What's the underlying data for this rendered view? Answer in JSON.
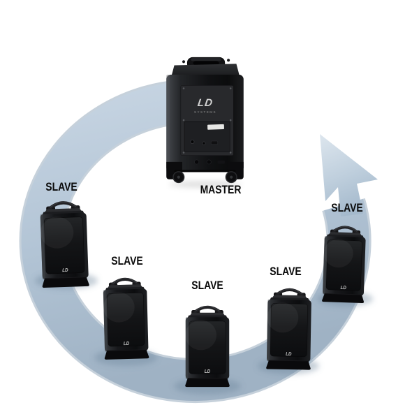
{
  "diagram": {
    "master": {
      "label": "MASTER"
    },
    "slaves": [
      {
        "label": "SLAVE"
      },
      {
        "label": "SLAVE"
      },
      {
        "label": "SLAVE"
      },
      {
        "label": "SLAVE"
      },
      {
        "label": "SLAVE"
      }
    ],
    "brand": {
      "logo": "LD",
      "sub": "SYSTEMS"
    },
    "colors": {
      "background": "#ffffff",
      "arrow_fill": "#b4c6d7",
      "arrow_highlight": "#d9e2eb",
      "arrow_edge": "#8ea4b8",
      "speaker_black": "#141518",
      "label_color": "#0a0a0a"
    }
  }
}
